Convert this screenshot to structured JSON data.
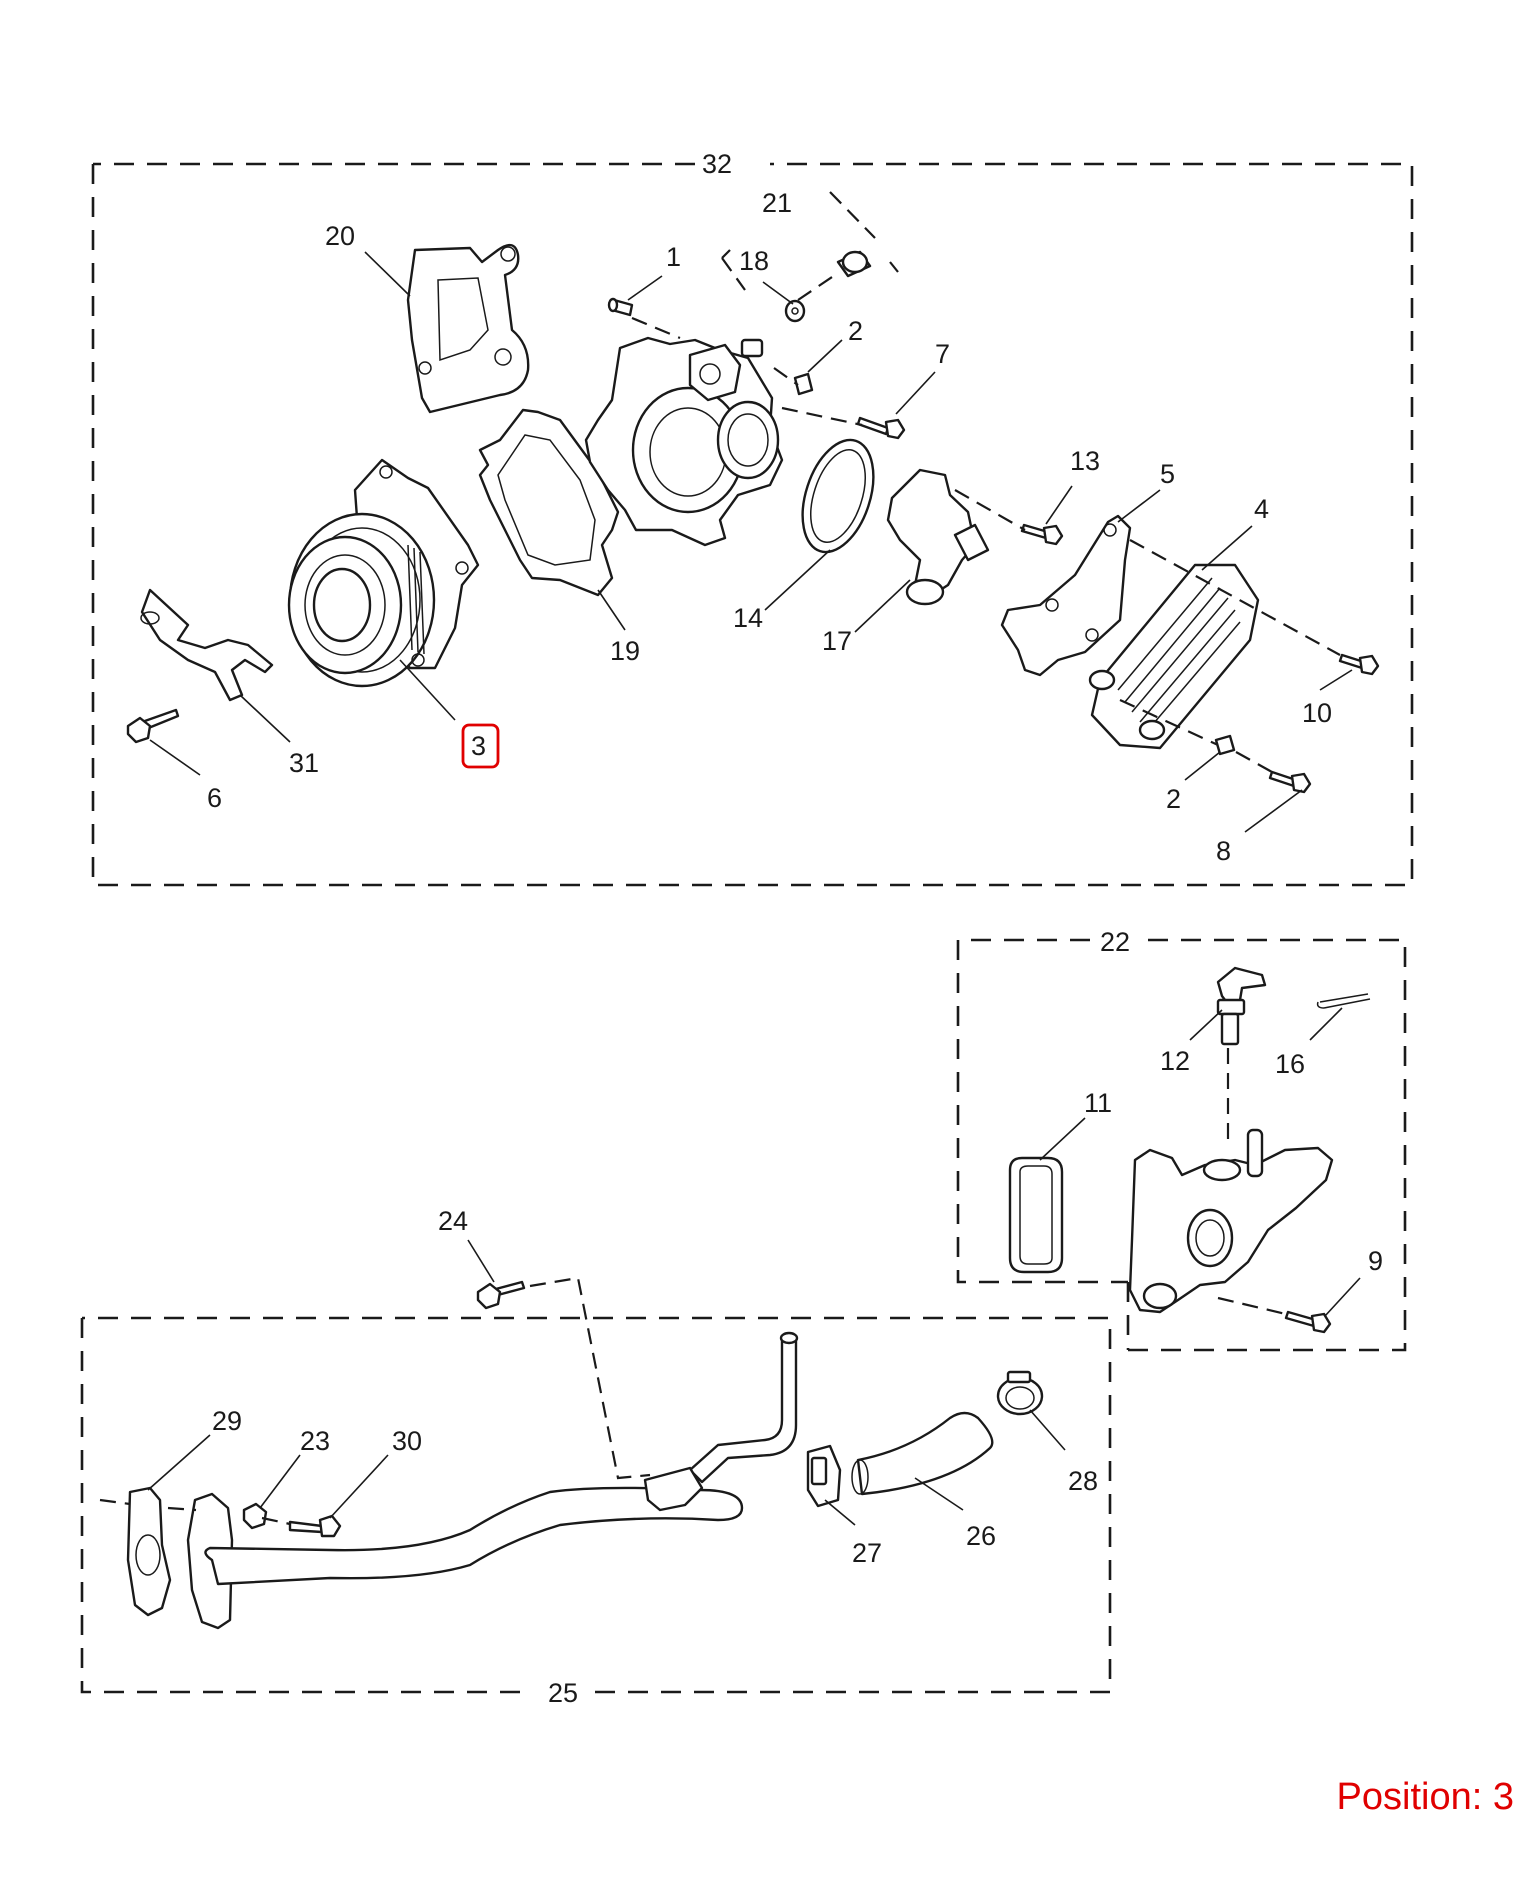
{
  "diagram": {
    "groups": [
      {
        "id": "g32",
        "label": "32"
      },
      {
        "id": "g22",
        "label": "22"
      },
      {
        "id": "g25",
        "label": "25"
      }
    ],
    "callouts": [
      "32",
      "21",
      "20",
      "1",
      "18",
      "2",
      "7",
      "13",
      "5",
      "4",
      "19",
      "14",
      "17",
      "10",
      "3",
      "31",
      "6",
      "2",
      "8",
      "22",
      "12",
      "16",
      "11",
      "9",
      "24",
      "29",
      "23",
      "30",
      "28",
      "27",
      "26",
      "25"
    ],
    "highlighted_callout": "3",
    "highlight_color": "#e00000"
  },
  "position": {
    "text": "Position: 3",
    "color": "#e00000"
  }
}
